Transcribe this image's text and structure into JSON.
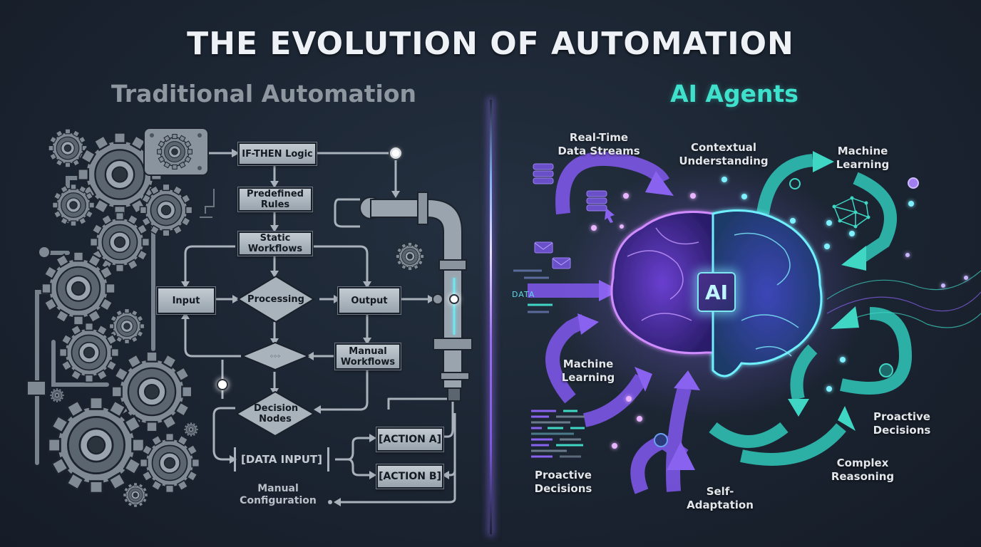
{
  "header": {
    "title": "THE EVOLUTION OF AUTOMATION"
  },
  "left_panel": {
    "heading": "Traditional Automation",
    "heading_color": "#8e979f",
    "flowchart": {
      "if_then": "IF-THEN Logic",
      "predefined_rules": "Predefined Rules",
      "static_workflows": "Static Workflows",
      "input": "Input",
      "processing": "Processing",
      "output": "Output",
      "unnamed_decision": "◦◦◦",
      "manual_workflows": "Manual Workflows",
      "decision_nodes": "Decision Nodes",
      "data_input": "[DATA INPUT]",
      "action_a": "[ACTION A]",
      "action_b": "[ACTION B]",
      "manual_configuration": "Manual Configuration"
    },
    "icons": [
      "gear-icon",
      "pipe-icon",
      "panel-gear-icon",
      "indicator-light-icon"
    ]
  },
  "right_panel": {
    "heading": "AI Agents",
    "heading_color": "#3fe0cc",
    "center_badge": "AI",
    "labels": {
      "real_time": "Real-Time Data Streams",
      "contextual": "Contextual Understanding",
      "ml_top": "Machine Learning",
      "ml_left": "Machine Learning",
      "proactive_left": "Proactive Decisions",
      "self_adaptation": "Self-Adaptation",
      "complex_reasoning": "Complex Reasoning",
      "proactive_right": "Proactive Decisions"
    },
    "data_tag": "DATA",
    "colors": {
      "purple": "#8a5cf0",
      "teal": "#3fd6c4",
      "glow": "#7ee8f0"
    },
    "icons": [
      "brain-icon",
      "database-icon",
      "envelope-icon",
      "neural-network-icon",
      "cursor-icon"
    ]
  }
}
